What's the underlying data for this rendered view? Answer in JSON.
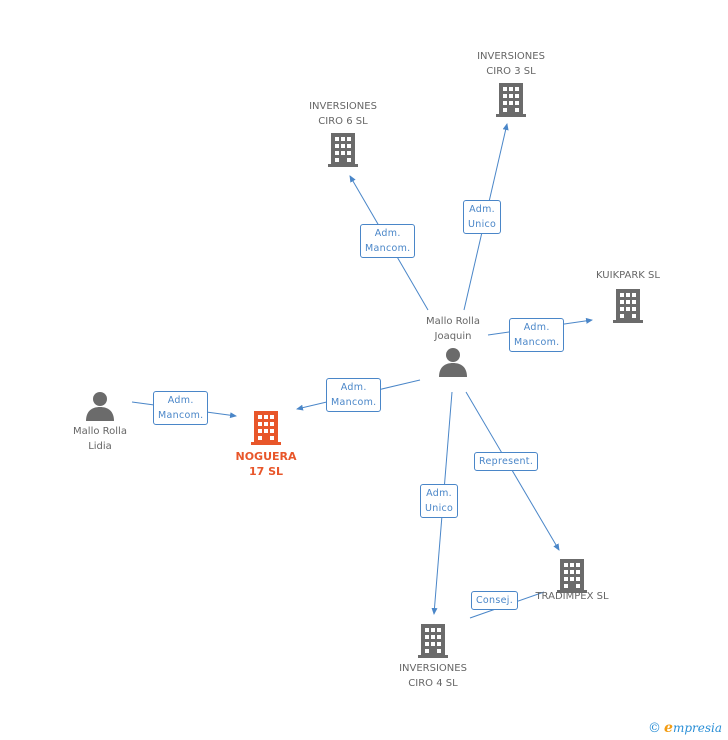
{
  "nodes": {
    "inversiones_ciro_3": {
      "label_line1": "INVERSIONES",
      "label_line2": "CIRO 3 SL"
    },
    "inversiones_ciro_6": {
      "label_line1": "INVERSIONES",
      "label_line2": "CIRO 6 SL"
    },
    "kuikpark": {
      "label_line1": "KUIKPARK SL"
    },
    "mallo_rolla_joaquin": {
      "label_line1": "Mallo Rolla",
      "label_line2": "Joaquin"
    },
    "mallo_rolla_lidia": {
      "label_line1": "Mallo Rolla",
      "label_line2": "Lidia"
    },
    "noguera_17": {
      "label_line1": "NOGUERA",
      "label_line2": "17 SL"
    },
    "tradimpex": {
      "label_line1": "TRADIMPEX SL"
    },
    "inversiones_ciro_4": {
      "label_line1": "INVERSIONES",
      "label_line2": "CIRO 4 SL"
    }
  },
  "edges": {
    "joaquin_ciro6": "Adm.\nMancom.",
    "joaquin_ciro3": "Adm.\nUnico",
    "joaquin_kuikpark": "Adm.\nMancom.",
    "joaquin_noguera": "Adm.\nMancom.",
    "lidia_noguera": "Adm.\nMancom.",
    "joaquin_tradimpex": "Represent.",
    "joaquin_ciro4": "Adm.\nUnico",
    "ciro4_tradimpex": "Consej."
  },
  "footer": {
    "copyright": "©",
    "brand_first": "e",
    "brand_rest": "mpresia"
  },
  "colors": {
    "edge": "#4a86c8",
    "company_icon": "#6b6b6b",
    "main_company_icon": "#e8562a",
    "person_icon": "#6b6b6b"
  }
}
